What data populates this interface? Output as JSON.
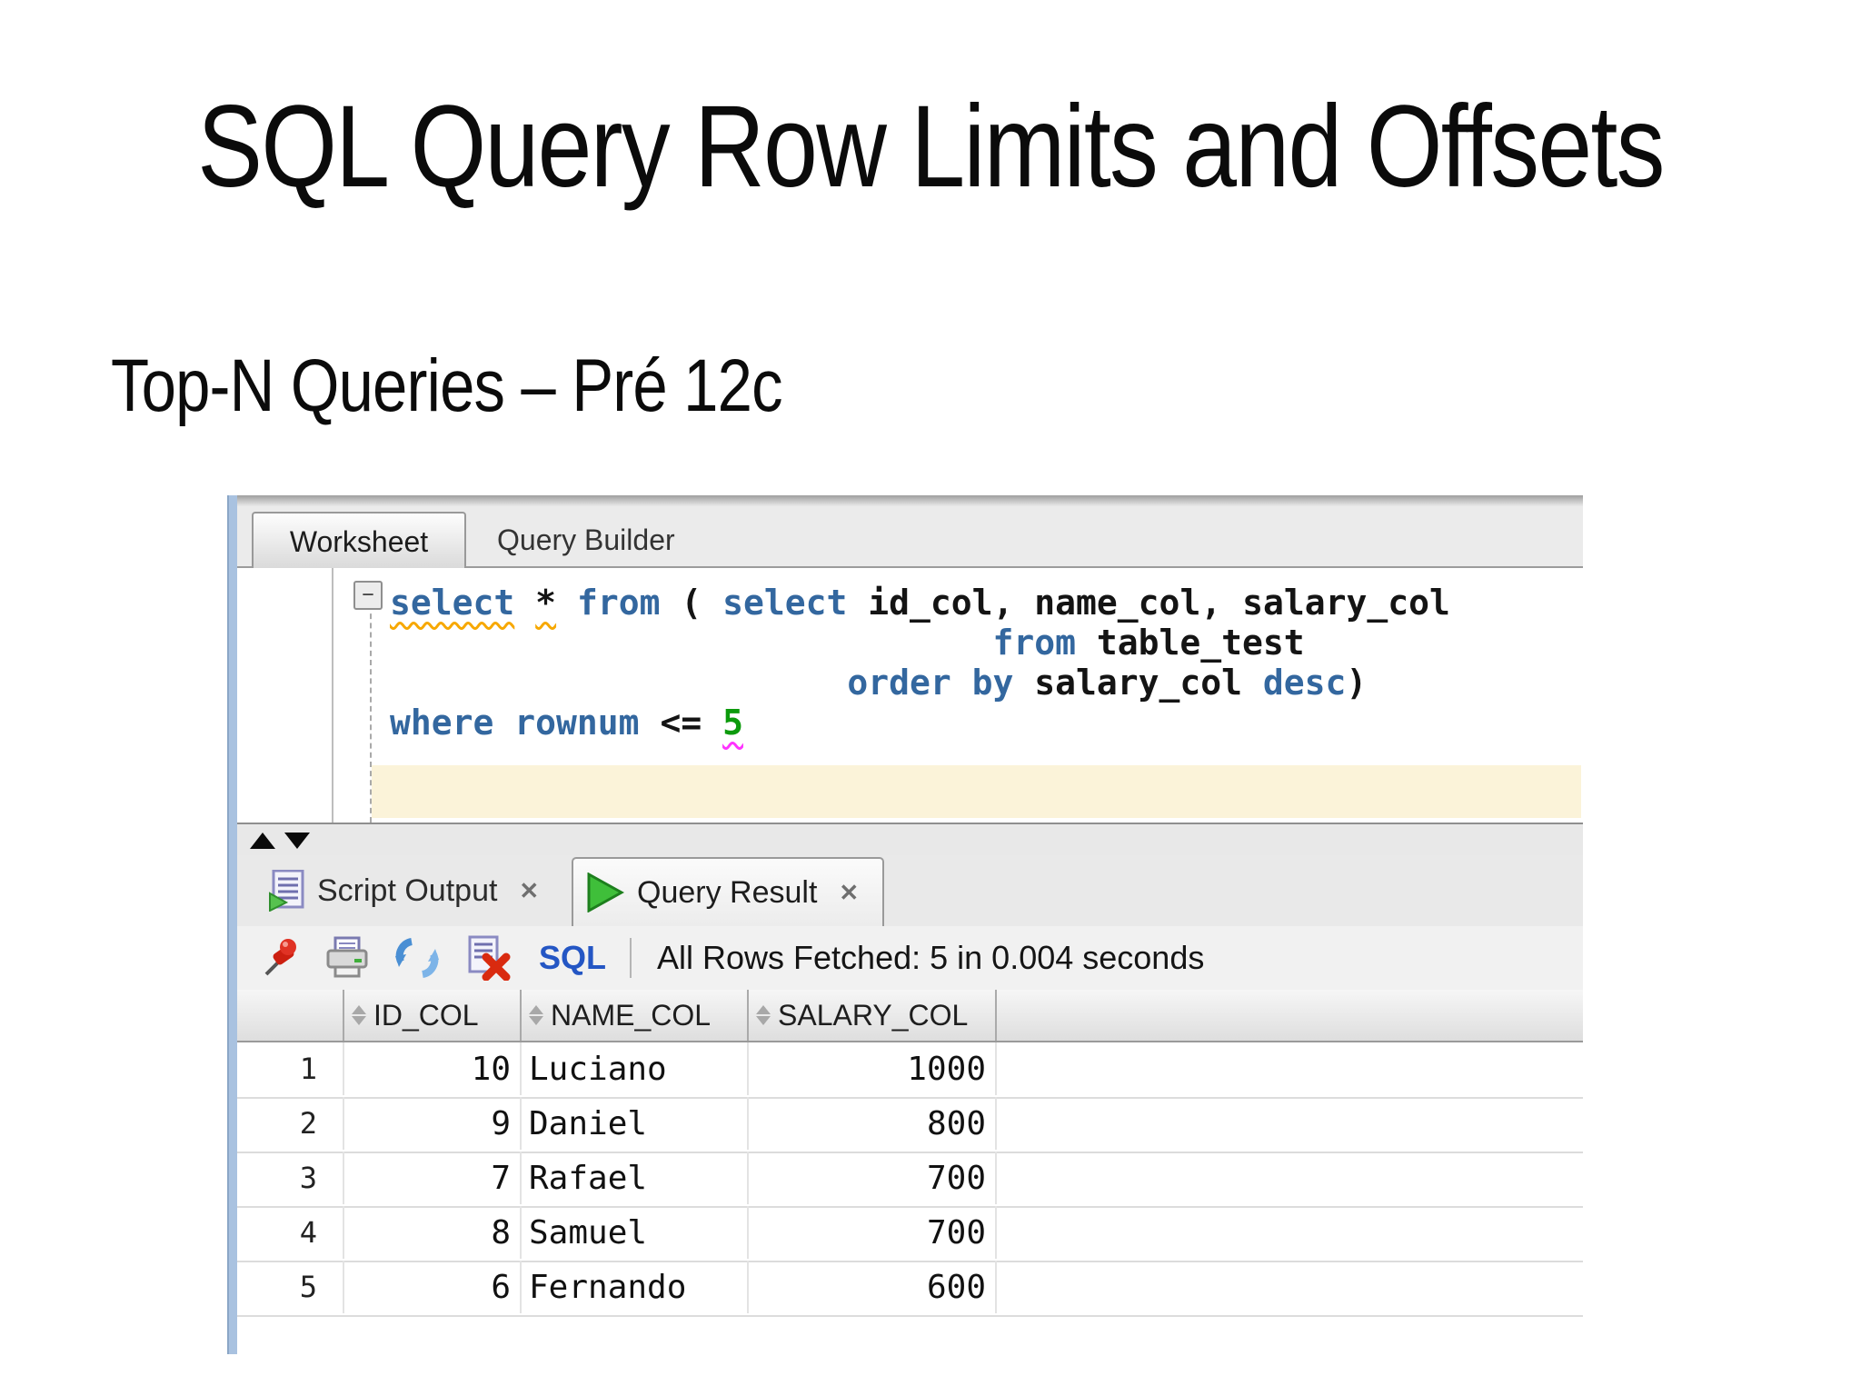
{
  "slide": {
    "title": "SQL Query Row Limits and Offsets",
    "subtitle": "Top-N Queries – Pré 12c"
  },
  "worksheet": {
    "tabs": [
      {
        "label": "Worksheet",
        "active": true
      },
      {
        "label": "Query Builder",
        "active": false
      }
    ],
    "fold_glyph": "−",
    "editor": {
      "lines": [
        {
          "indent": 0,
          "tokens": [
            {
              "text": "select",
              "type": "kw",
              "underline": "orange"
            },
            {
              "text": " ",
              "type": "plain"
            },
            {
              "text": "*",
              "type": "plain",
              "underline": "orange"
            },
            {
              "text": " ",
              "type": "plain"
            },
            {
              "text": "from",
              "type": "kw"
            },
            {
              "text": " ( ",
              "type": "plain"
            },
            {
              "text": "select",
              "type": "kw"
            },
            {
              "text": " id_col, name_col, salary_col",
              "type": "plain"
            }
          ]
        },
        {
          "indent": 29,
          "tokens": [
            {
              "text": "from",
              "type": "kw"
            },
            {
              "text": " table_test",
              "type": "plain"
            }
          ]
        },
        {
          "indent": 22,
          "tokens": [
            {
              "text": "order",
              "type": "kw"
            },
            {
              "text": " ",
              "type": "plain"
            },
            {
              "text": "by",
              "type": "kw"
            },
            {
              "text": " salary_col ",
              "type": "plain"
            },
            {
              "text": "desc",
              "type": "kw"
            },
            {
              "text": ")",
              "type": "plain"
            }
          ]
        },
        {
          "indent": 0,
          "tokens": [
            {
              "text": "where",
              "type": "kw"
            },
            {
              "text": " ",
              "type": "plain"
            },
            {
              "text": "rownum",
              "type": "kw"
            },
            {
              "text": " <= ",
              "type": "plain"
            },
            {
              "text": "5",
              "type": "num",
              "underline": "magenta"
            }
          ]
        }
      ]
    }
  },
  "results": {
    "tabs": [
      {
        "label": "Script Output",
        "close": "✕",
        "active": false
      },
      {
        "label": "Query Result",
        "close": "✕",
        "active": true
      }
    ],
    "toolbar": {
      "sql_label": "SQL",
      "status": "All Rows Fetched: 5 in 0.004 seconds"
    },
    "grid": {
      "columns": [
        "ID_COL",
        "NAME_COL",
        "SALARY_COL"
      ],
      "rows": [
        {
          "n": "1",
          "id": "10",
          "name": "Luciano",
          "salary": "1000"
        },
        {
          "n": "2",
          "id": "9",
          "name": "Daniel",
          "salary": "800"
        },
        {
          "n": "3",
          "id": "7",
          "name": "Rafael",
          "salary": "700"
        },
        {
          "n": "4",
          "id": "8",
          "name": "Samuel",
          "salary": "700"
        },
        {
          "n": "5",
          "id": "6",
          "name": "Fernando",
          "salary": "600"
        }
      ]
    }
  },
  "colors": {
    "keyword_blue": "#33679f",
    "number_green": "#0c9a0c",
    "squiggle_orange": "#f7a800",
    "squiggle_magenta": "#ff33ff",
    "current_line_cream": "#fbf3d9",
    "sql_label_blue": "#2456c4",
    "scroll_strip_blue": "#a9c2e0"
  }
}
